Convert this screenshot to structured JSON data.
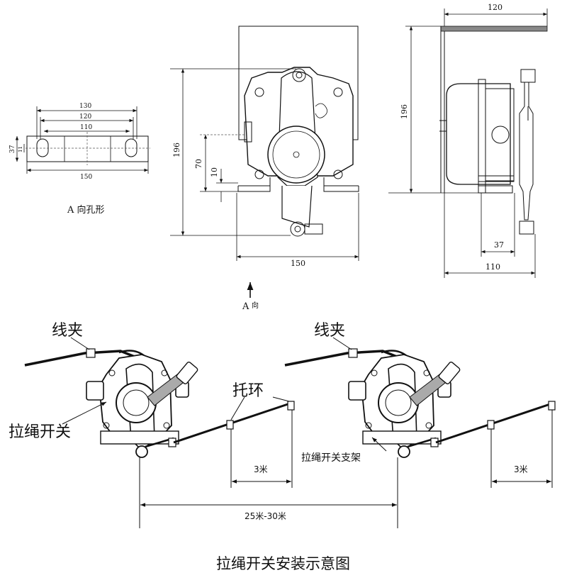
{
  "top_views": {
    "hole_pattern": {
      "dims": [
        "130",
        "120",
        "110",
        "150",
        "37",
        "11"
      ],
      "caption": "A 向孔形"
    },
    "front_view": {
      "dims": [
        "196",
        "70",
        "10",
        "150"
      ],
      "view_arrow": "A",
      "view_arrow_suffix": "向"
    },
    "side_view": {
      "dims": [
        "120",
        "196",
        "37",
        "110"
      ]
    }
  },
  "install": {
    "labels": {
      "wire_clamp_left": "线夹",
      "wire_clamp_right": "线夹",
      "switch": "拉绳开关",
      "support_ring": "托环",
      "bracket": "拉绳开关支架"
    },
    "measures": {
      "spacing_left": "3米",
      "spacing_right": "3米",
      "switch_distance": "25米-30米"
    },
    "title": "拉绳开关安装示意图"
  }
}
